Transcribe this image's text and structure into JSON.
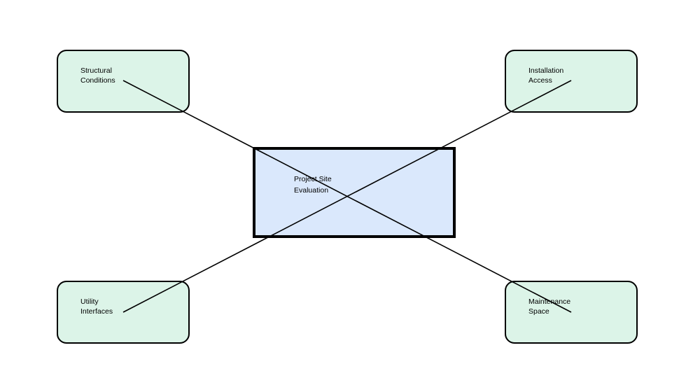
{
  "diagram": {
    "center": {
      "line1": "Project Site",
      "line2": "Evaluation"
    },
    "top_left": {
      "line1": "Structural",
      "line2": "Conditions"
    },
    "top_right": {
      "line1": "Installation",
      "line2": "Access"
    },
    "bottom_left": {
      "line1": "Utility",
      "line2": "Interfaces"
    },
    "bottom_right": {
      "line1": "Maintenance",
      "line2": "Space"
    }
  },
  "colors": {
    "outer_fill": "#dcf4e8",
    "center_fill": "#dae8fc",
    "stroke": "#000000"
  }
}
